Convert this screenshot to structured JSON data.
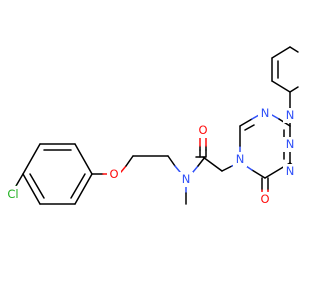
{
  "molecule": {
    "atoms": {
      "chlorine": "Cl",
      "ether_oxygen": "O",
      "amide_nitrogen": "N",
      "carbonyl_oxygen": "O",
      "ring_nitrogen_6": "N",
      "ring_nitrogen_pyrimidine": "N",
      "ring_nitrogen_3": "N",
      "triazole_nitrogen_2": "N",
      "triazole_nitrogen_1": "N",
      "ketone_oxygen": "O"
    },
    "colors": {
      "carbon_bond": "#000000",
      "nitrogen": "#3050f8",
      "oxygen": "#ff0d0d",
      "chlorine": "#1fb01f",
      "background": "#ffffff"
    }
  }
}
